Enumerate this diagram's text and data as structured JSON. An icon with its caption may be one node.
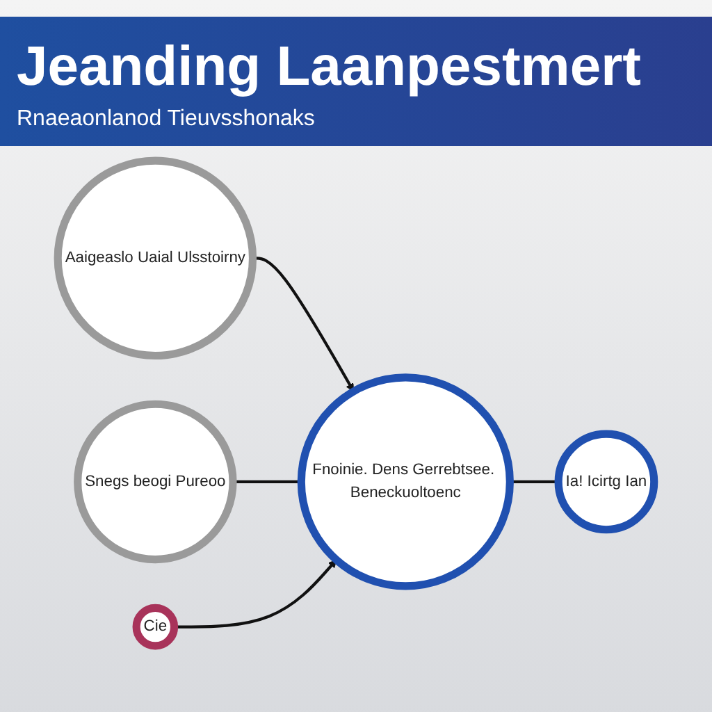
{
  "diagram": {
    "title": "Jeanding Laanpestmert",
    "nodes": [
      {
        "text": [
          "Aaigeaslo Uaial Ulsstoirny"
        ]
      },
      {
        "text": [
          "Fnoinie. Dens Gerrebtsee. Beneckuoltoenc"
        ]
      },
      {
        "text": [
          "Snegs beogi Pureoo"
        ]
      },
      {
        "text": [
          "Ia! Icirtg Ian"
        ]
      },
      {
        "text": [
          "Cie"
        ]
      }
    ],
    "edges": [
      {
        "from": 0,
        "to": 1,
        "arrow": "to"
      },
      {
        "from": 2,
        "to": 1,
        "arrow": "none"
      },
      {
        "from": 1,
        "to": 3,
        "arrow": "none"
      },
      {
        "from": 4,
        "to": 1,
        "arrow": "to"
      }
    ],
    "labels": [
      "Rnaeaonlanod Tieuvsshonaks"
    ]
  }
}
